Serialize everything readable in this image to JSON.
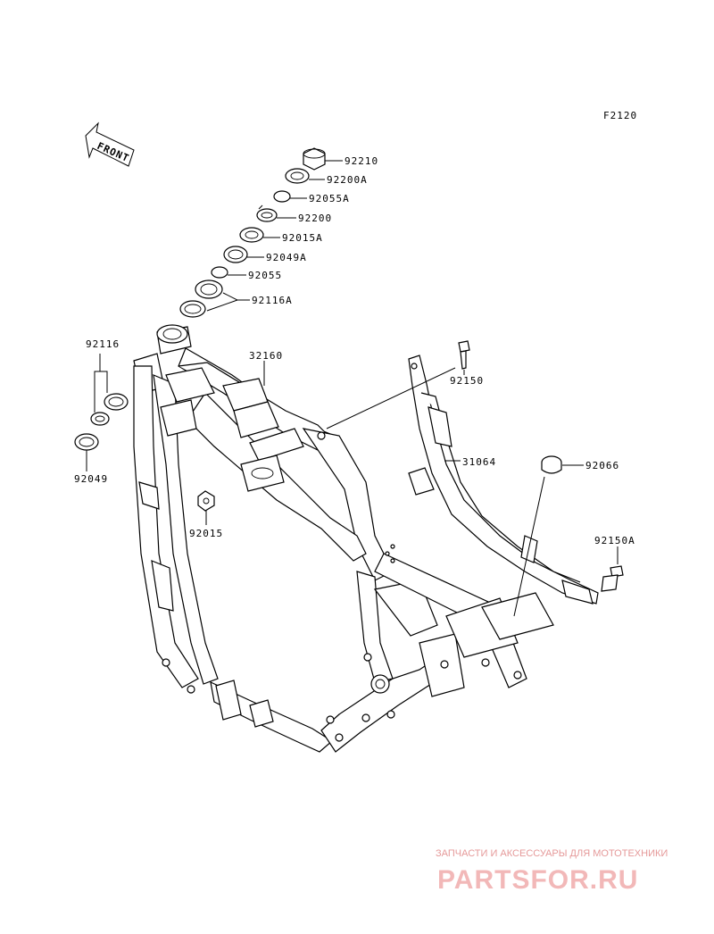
{
  "diagram": {
    "figure_code": "F2120",
    "front_label": "FRONT",
    "parts": {
      "p92210": "92210",
      "p92200A": "92200A",
      "p92055A": "92055A",
      "p92200": "92200",
      "p92015A": "92015A",
      "p92049A": "92049A",
      "p92055": "92055",
      "p92116A": "92116A",
      "p92116": "92116",
      "p32160": "32160",
      "p92150": "92150",
      "p31064": "31064",
      "p92066": "92066",
      "p92049": "92049",
      "p92015": "92015",
      "p92150A": "92150A"
    }
  },
  "watermark": {
    "tagline": "ЗАПЧАСТИ И АКСЕССУАРЫ ДЛЯ МОТОТЕХНИКИ",
    "logo": "PARTSFOR.RU"
  }
}
